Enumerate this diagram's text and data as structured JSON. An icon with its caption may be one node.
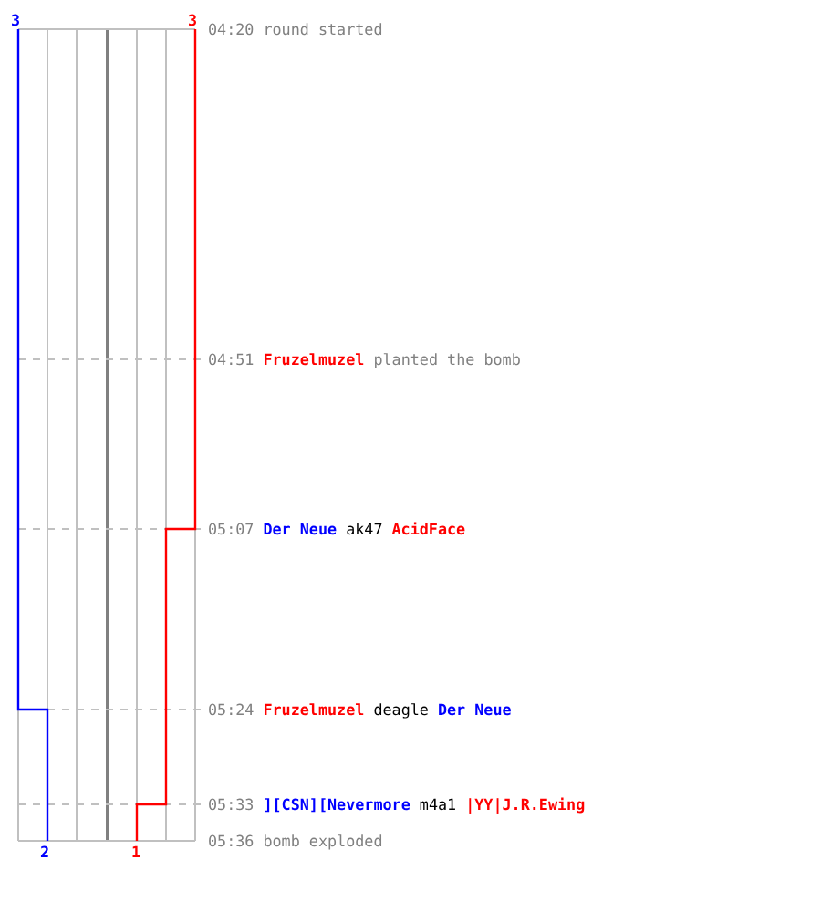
{
  "diagram": {
    "labels": [
      "3",
      "3",
      "04:20",
      "round started",
      "04:51",
      "Fruzelmuzel",
      "planted the bomb",
      "05:07",
      "Der Neue",
      "ak47",
      "AcidFace",
      "05:24",
      "Fruzelmuzel",
      "deagle",
      "Der Neue",
      "05:33",
      "][CSN][Nevermore",
      "m4a1",
      "|YY|J.R.Ewing",
      "05:36",
      "bomb exploded",
      "2",
      "1"
    ]
  }
}
